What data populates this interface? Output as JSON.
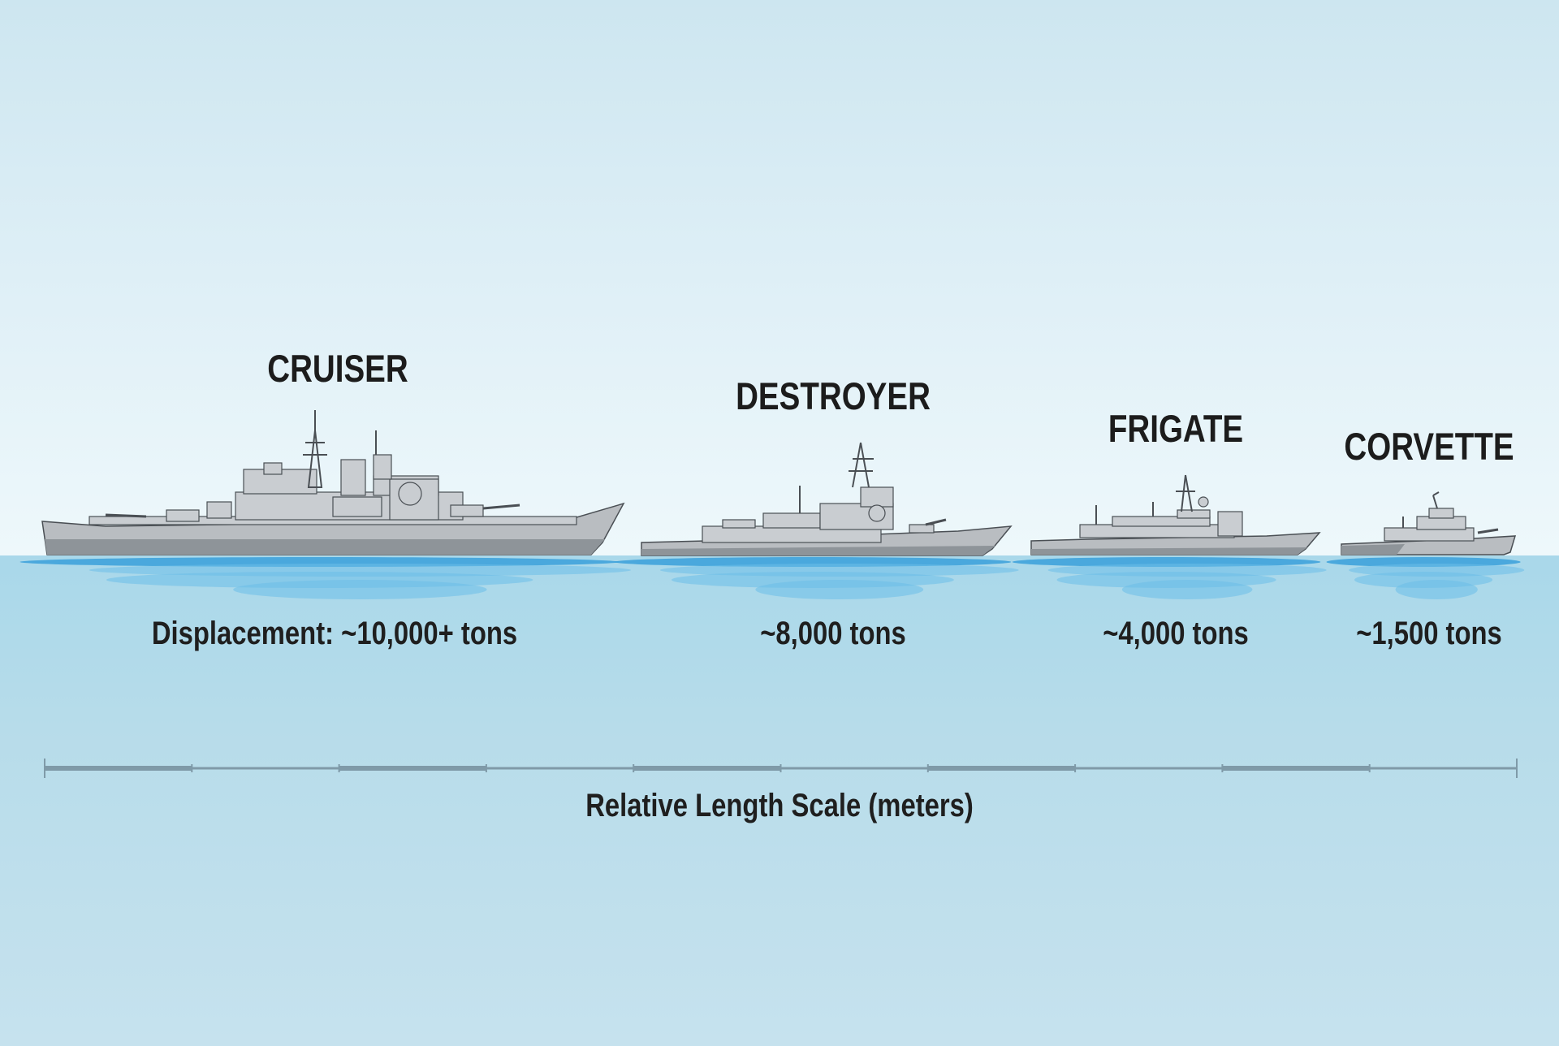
{
  "colors": {
    "hull": "#b9bdc1",
    "hull_dark": "#8e9499",
    "superstructure": "#c9cdd1",
    "outline": "#4a4f54",
    "water": "#3fa3dc",
    "water_light": "#6bbde8",
    "scale_line": "#7f9aa8"
  },
  "ships": [
    {
      "name": "CRUISER",
      "displacement": "Displacement: ~10,000+ tons"
    },
    {
      "name": "DESTROYER",
      "displacement": "~8,000 tons"
    },
    {
      "name": "FRIGATE",
      "displacement": "~4,000 tons"
    },
    {
      "name": "CORVETTE",
      "displacement": "~1,500 tons"
    }
  ],
  "scale": {
    "label": "Relative Length Scale (meters)",
    "segments": 10
  }
}
